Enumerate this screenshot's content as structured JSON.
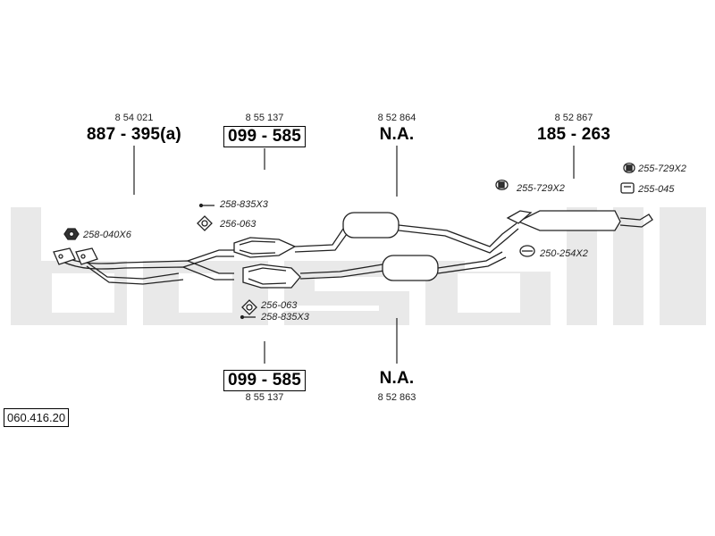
{
  "watermark_text": "bosal",
  "diagram_id": "060.416.20",
  "callouts": {
    "front_pipe_ref": "8 54 021",
    "front_pipe_num": "887 - 395(a)",
    "cat_upper_ref": "8 55 137",
    "cat_upper_num": "099 - 585",
    "cat_lower_num": "099 - 585",
    "cat_lower_ref": "8 55 137",
    "mid_upper_ref": "8 52 864",
    "mid_upper_num": "N.A.",
    "mid_lower_num": "N.A.",
    "mid_lower_ref": "8 52 863",
    "rear_ref": "8 52 867",
    "rear_num": "185 - 263"
  },
  "parts": {
    "p258_040": "258-040X6",
    "p258_835_top": "258-835X3",
    "p256_063_top": "256-063",
    "p256_063_bottom": "256-063",
    "p258_835_bottom": "258-835X3",
    "p255_729_left": "255-729X2",
    "p255_729_right": "255-729X2",
    "p255_045": "255-045",
    "p250_254": "250-254X2"
  },
  "colors": {
    "watermark": "#e9e9e9",
    "line": "#222222",
    "fill": "#ffffff"
  }
}
